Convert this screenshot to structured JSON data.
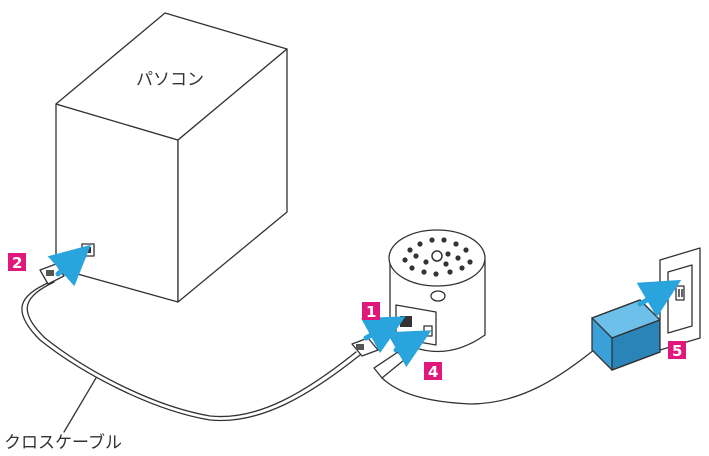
{
  "labels": {
    "pc": "パソコン",
    "cable": "クロスケーブル"
  },
  "steps": [
    "1",
    "2",
    "4",
    "5"
  ],
  "colors": {
    "badge": "#e0187c",
    "arrow": "#2aa4dc",
    "adapter": "#3aa0d8",
    "outline": "#333333"
  }
}
